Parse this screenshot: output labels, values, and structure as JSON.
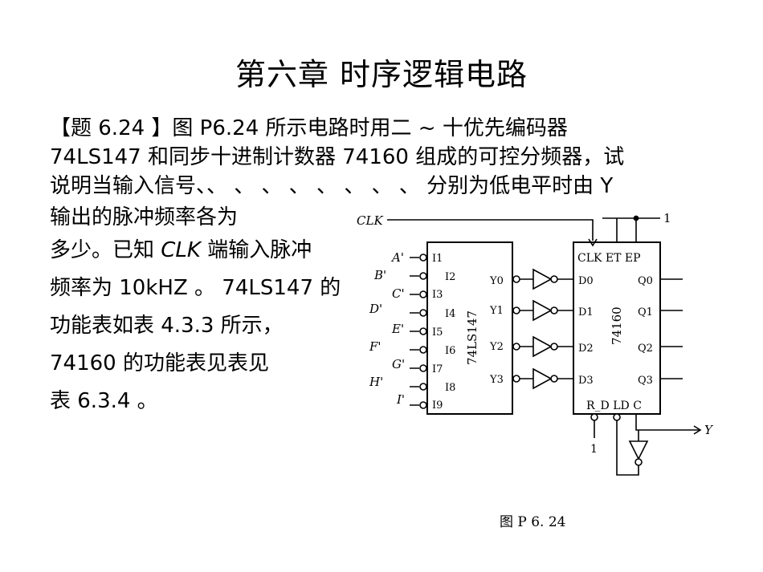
{
  "title": "第六章  时序逻辑电路",
  "problem": {
    "line1": "【题 6.24 】图 P6.24 所示电路时用二 ~ 十优先编码器",
    "line2": "74LS147 和同步十进制计数器 74160 组成的可控分频器，试",
    "line3": "说明当输入信号、、 、 、 、 、 、 、 、  分别为低电平时由 Y",
    "line4": "输出的脉冲频率各为",
    "line5_a": "多少。已知 ",
    "line5_clk": "CLK",
    "line5_b": " 端输入脉冲",
    "line6": "频率为 10kHZ 。 74LS147 的",
    "line7": "功能表如表 4.3.3 所示，",
    "line8": "74160 的功能表见表见",
    "line9": "表 6.3.4 。"
  },
  "figure": {
    "caption": "图 P 6. 24",
    "clk_label": "CLK",
    "one_label": "1",
    "ld_one_label": "1",
    "y_label": "Y",
    "encoder_name": "74LS147",
    "counter_name": "74160",
    "counter_top": "CLK ET EP",
    "counter_bottom": "R_D LD C",
    "encoder_inputs": [
      {
        "ext": "A'",
        "pin": "I1"
      },
      {
        "ext": "B'",
        "pin": "I2"
      },
      {
        "ext": "C'",
        "pin": "I3"
      },
      {
        "ext": "D'",
        "pin": "I4"
      },
      {
        "ext": "E'",
        "pin": "I5"
      },
      {
        "ext": "F'",
        "pin": "I6"
      },
      {
        "ext": "G'",
        "pin": "I7"
      },
      {
        "ext": "H'",
        "pin": "I8"
      },
      {
        "ext": "I'",
        "pin": "I9"
      }
    ],
    "encoder_outputs": [
      "Y0",
      "Y1",
      "Y2",
      "Y3"
    ],
    "counter_inputs": [
      "D0",
      "D1",
      "D2",
      "D3"
    ],
    "counter_outputs": [
      "Q0",
      "Q1",
      "Q2",
      "Q3"
    ]
  }
}
